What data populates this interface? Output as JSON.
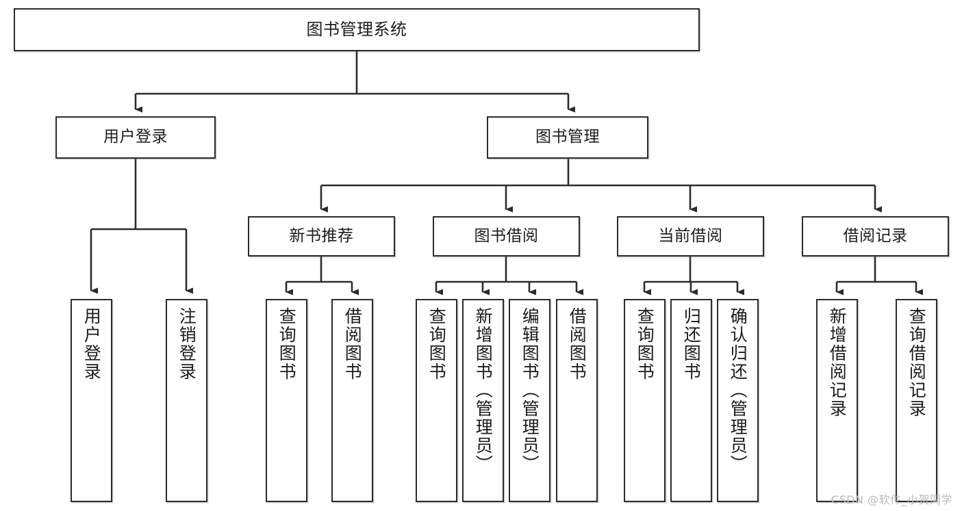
{
  "diagram": {
    "type": "tree",
    "title": "图书管理系统",
    "watermark": "CSDN @软件_小贺同学",
    "colors": {
      "stroke": "#2b2b2b",
      "fill": "#ffffff",
      "text": "#1b1b1b",
      "watermark": "#b9b9b9"
    },
    "levels": {
      "root": {
        "label": "图书管理系统"
      },
      "level2": [
        {
          "label": "用户登录"
        },
        {
          "label": "图书管理"
        }
      ],
      "level3": [
        {
          "label": "新书推荐"
        },
        {
          "label": "图书借阅"
        },
        {
          "label": "当前借阅"
        },
        {
          "label": "借阅记录"
        }
      ],
      "leaves": [
        {
          "label": "用户登录",
          "parent": "用户登录"
        },
        {
          "label": "注销登录",
          "parent": "用户登录"
        },
        {
          "label": "查询图书",
          "parent": "新书推荐"
        },
        {
          "label": "借阅图书",
          "parent": "新书推荐"
        },
        {
          "label": "查询图书",
          "parent": "图书借阅"
        },
        {
          "label": "新增图书（管理员）",
          "parent": "图书借阅"
        },
        {
          "label": "编辑图书（管理员）",
          "parent": "图书借阅"
        },
        {
          "label": "借阅图书",
          "parent": "图书借阅"
        },
        {
          "label": "查询图书",
          "parent": "当前借阅"
        },
        {
          "label": "归还图书",
          "parent": "当前借阅"
        },
        {
          "label": "确认归还（管理员）",
          "parent": "当前借阅"
        },
        {
          "label": "新增借阅记录",
          "parent": "借阅记录"
        },
        {
          "label": "查询借阅记录",
          "parent": "借阅记录"
        }
      ]
    }
  }
}
